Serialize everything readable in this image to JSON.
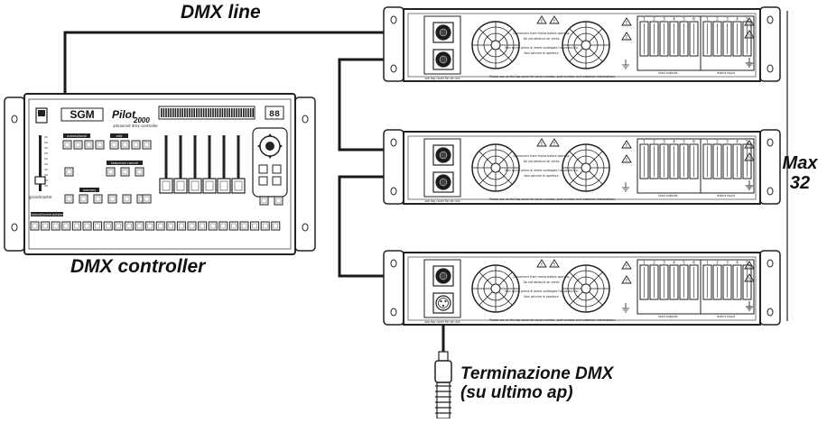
{
  "labels": {
    "dmx_line": "DMX line",
    "dmx_controller": "DMX controller",
    "max_line1": "Max",
    "max_line2": "32",
    "termination_line1": "Terminazione DMX",
    "termination_line2": "(su ultimo ap)"
  },
  "controller": {
    "brand": "SGM",
    "model": "Pilot",
    "model_suffix": "2000",
    "tagline": "advanced dmx controller",
    "grandmaster_label": "grandmaster",
    "section_scenes": "scenes/bank",
    "section_edit": "edit",
    "section_playback": "sequence control",
    "section_memory": "memory",
    "bottom_bar": "channel/scene buttons"
  },
  "amplifiers": {
    "count_shown": 3,
    "warning_text": "Disconnect from mains before opening. Do not obstruct air vents.",
    "warning_text_it": "Non aprire prima di avere scollegato l'apparecchio. Non ostruire le aperture.",
    "serial_note": "Please see on the top cover for serial number, part number and customer informations.",
    "pin_note": "see top cover for pin out",
    "outputs_label": "load outputs",
    "mains_label": "mains input"
  },
  "colors": {
    "line": "#1a1a1a",
    "panel": "#ffffff",
    "stroke": "#222222"
  }
}
